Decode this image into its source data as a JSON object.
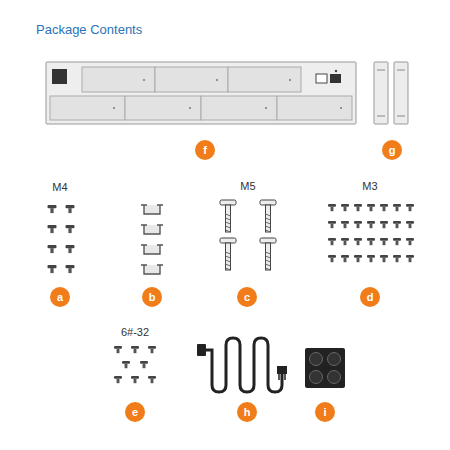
{
  "diagram": {
    "title": "Package Contents",
    "nodes": [
      {
        "text": [
          "f"
        ]
      },
      {
        "text": [
          "g"
        ]
      },
      {
        "text": [
          "a"
        ]
      },
      {
        "text": [
          "b"
        ]
      },
      {
        "text": [
          "c"
        ]
      },
      {
        "text": [
          "d"
        ]
      },
      {
        "text": [
          "e"
        ]
      },
      {
        "text": [
          "h"
        ]
      },
      {
        "text": [
          "i"
        ]
      }
    ],
    "labels": [
      "M4",
      "M5",
      "M3",
      "6#-32"
    ]
  }
}
